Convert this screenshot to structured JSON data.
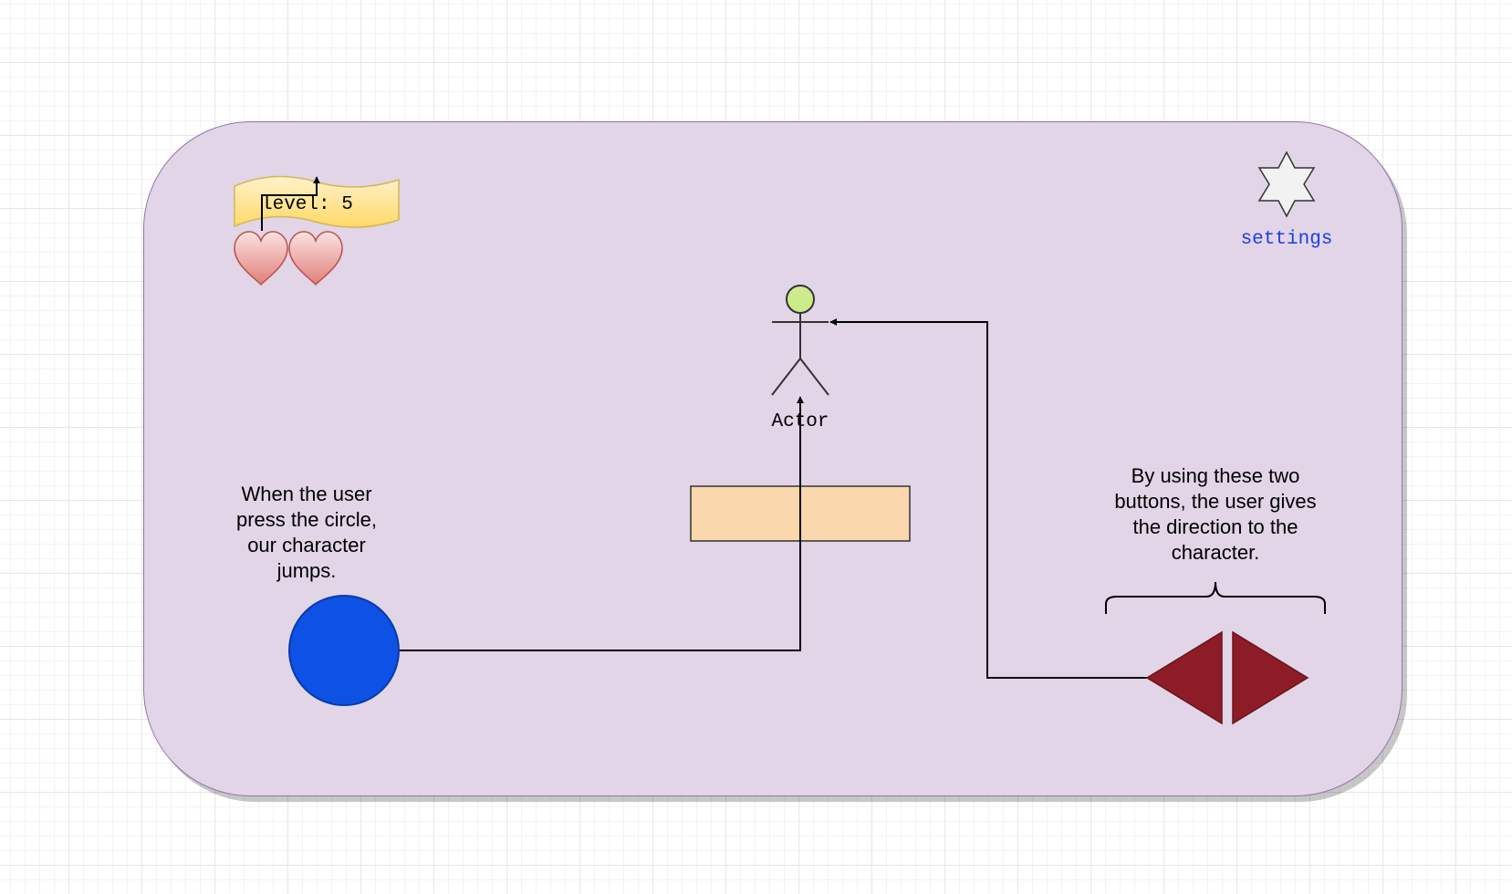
{
  "hud": {
    "level_text": "level: 5",
    "lives_count": 2,
    "settings_label": "settings"
  },
  "actor": {
    "label": "Actor"
  },
  "annotations": {
    "jump_hint": "When the user press the circle, our character jumps.",
    "direction_hint": "By using these two buttons, the user gives the direction to the character."
  },
  "colors": {
    "panel_fill": "#e1d5e7",
    "panel_border": "#9673a6",
    "banner_fill": "#ffe599",
    "heart_fill": "#f8cecc",
    "actor_head": "#cdeb8b",
    "platform_fill": "#fad7ac",
    "jump_button": "#0d52e4",
    "arrow_buttons": "#8e1c27",
    "settings_text": "#1a3fe6"
  },
  "icons": {
    "settings": "star-icon",
    "lives": "heart-icon",
    "left": "left-arrow-icon",
    "right": "right-arrow-icon"
  }
}
